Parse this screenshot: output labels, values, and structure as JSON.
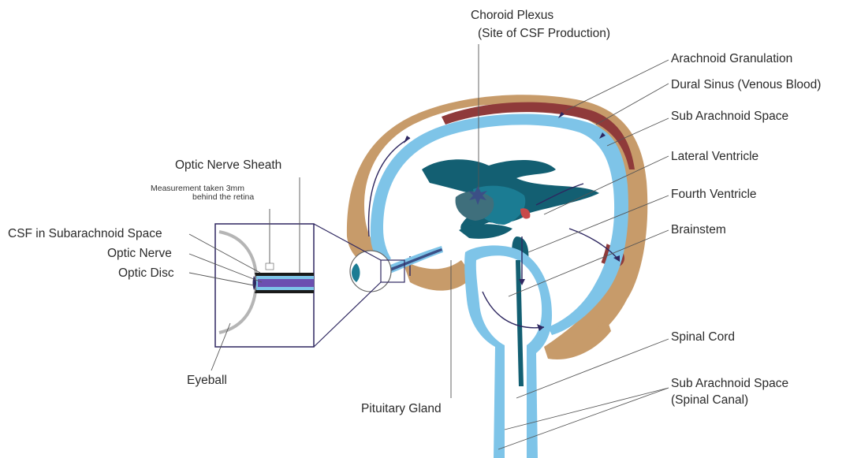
{
  "labels": {
    "choroid_plexus_1": "Choroid Plexus",
    "choroid_plexus_2": "(Site of CSF Production)",
    "arachnoid_granulation": "Arachnoid Granulation",
    "dural_sinus": "Dural Sinus (Venous Blood)",
    "sub_arachnoid_space": "Sub Arachnoid Space",
    "lateral_ventricle": "Lateral Ventricle",
    "fourth_ventricle": "Fourth Ventricle",
    "brainstem": "Brainstem",
    "spinal_cord": "Spinal Cord",
    "sub_arachnoid_spinal_1": "Sub Arachnoid Space",
    "sub_arachnoid_spinal_2": "(Spinal Canal)",
    "pituitary_gland": "Pituitary Gland",
    "optic_nerve_sheath": "Optic Nerve Sheath",
    "measurement_1": "Measurement taken 3mm",
    "measurement_2": "behind the retina",
    "csf_subarachnoid": "CSF in Subarachnoid Space",
    "optic_nerve": "Optic Nerve",
    "optic_disc": "Optic Disc",
    "eyeball": "Eyeball"
  },
  "colors": {
    "skull": "#c79b6a",
    "dural_sinus": "#8f3a3a",
    "csf": "#7ec4e8",
    "ventricle_dark": "#135f72",
    "ventricle_mid": "#1b7c93",
    "choroid": "#3b4f86",
    "leader": "#444444",
    "zoom_box": "#2e2760"
  }
}
